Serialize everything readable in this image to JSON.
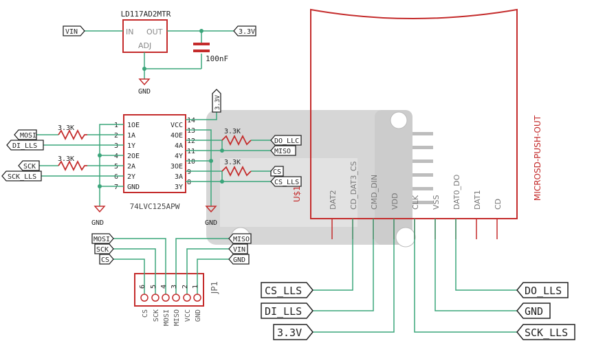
{
  "regulator": {
    "part": "LD117AD2MTR",
    "pins": {
      "in": "IN",
      "out": "OUT",
      "adj": "ADJ"
    },
    "cap_value": "100nF",
    "vin_label": "VIN",
    "out_label": "3.3V",
    "gnd_label": "GND"
  },
  "buffer": {
    "part": "74LVC125APW",
    "left_pin_numbers": [
      "1",
      "2",
      "3",
      "4",
      "5",
      "6",
      "7"
    ],
    "left_pin_names": [
      "1OE",
      "1A",
      "1Y",
      "2OE",
      "2A",
      "2Y",
      "GND"
    ],
    "right_pin_numbers": [
      "14",
      "13",
      "12",
      "11",
      "10",
      "9",
      "8"
    ],
    "right_pin_names": [
      "VCC",
      "4OE",
      "4A",
      "4Y",
      "3OE",
      "3A",
      "3Y"
    ],
    "vcc_label": "3.3V",
    "gnd_labels": [
      "GND",
      "GND"
    ],
    "resistors": [
      "3.3K",
      "3.3K",
      "3.3K",
      "3.3K"
    ],
    "left_nets": [
      "MOSI",
      "DI_LLS",
      "SCK",
      "SCK_LLS"
    ],
    "right_nets": [
      "DO_LLC",
      "MISO",
      "CS",
      "CS_LLS"
    ]
  },
  "header": {
    "ref": "JP1",
    "pin_numbers": [
      "6",
      "5",
      "4",
      "3",
      "2",
      "1"
    ],
    "pin_names": [
      "CS",
      "SCK",
      "MOSI",
      "MISO",
      "VCC",
      "GND"
    ],
    "left_nets": [
      "MOSI",
      "SCK",
      "CS"
    ],
    "right_nets": [
      "MISO",
      "VIN",
      "GND"
    ]
  },
  "sd": {
    "name": "MICROSD-PUSH-OUT",
    "ref": "U$1",
    "pin_names": [
      "DAT2",
      "CD_DAT3_CS",
      "CMD_DIN",
      "VDD",
      "CLK",
      "VSS",
      "DAT0_DO",
      "DAT1",
      "CD"
    ],
    "left_nets": [
      "CS_LLS",
      "DI_LLS",
      "3.3V"
    ],
    "right_nets": [
      "DO_LLS",
      "GND",
      "SCK_LLS"
    ]
  },
  "colors": {
    "part": "#c42b2b",
    "wire": "#3aa57a",
    "text": "#222222",
    "module_bg": "#d4d4d4"
  }
}
